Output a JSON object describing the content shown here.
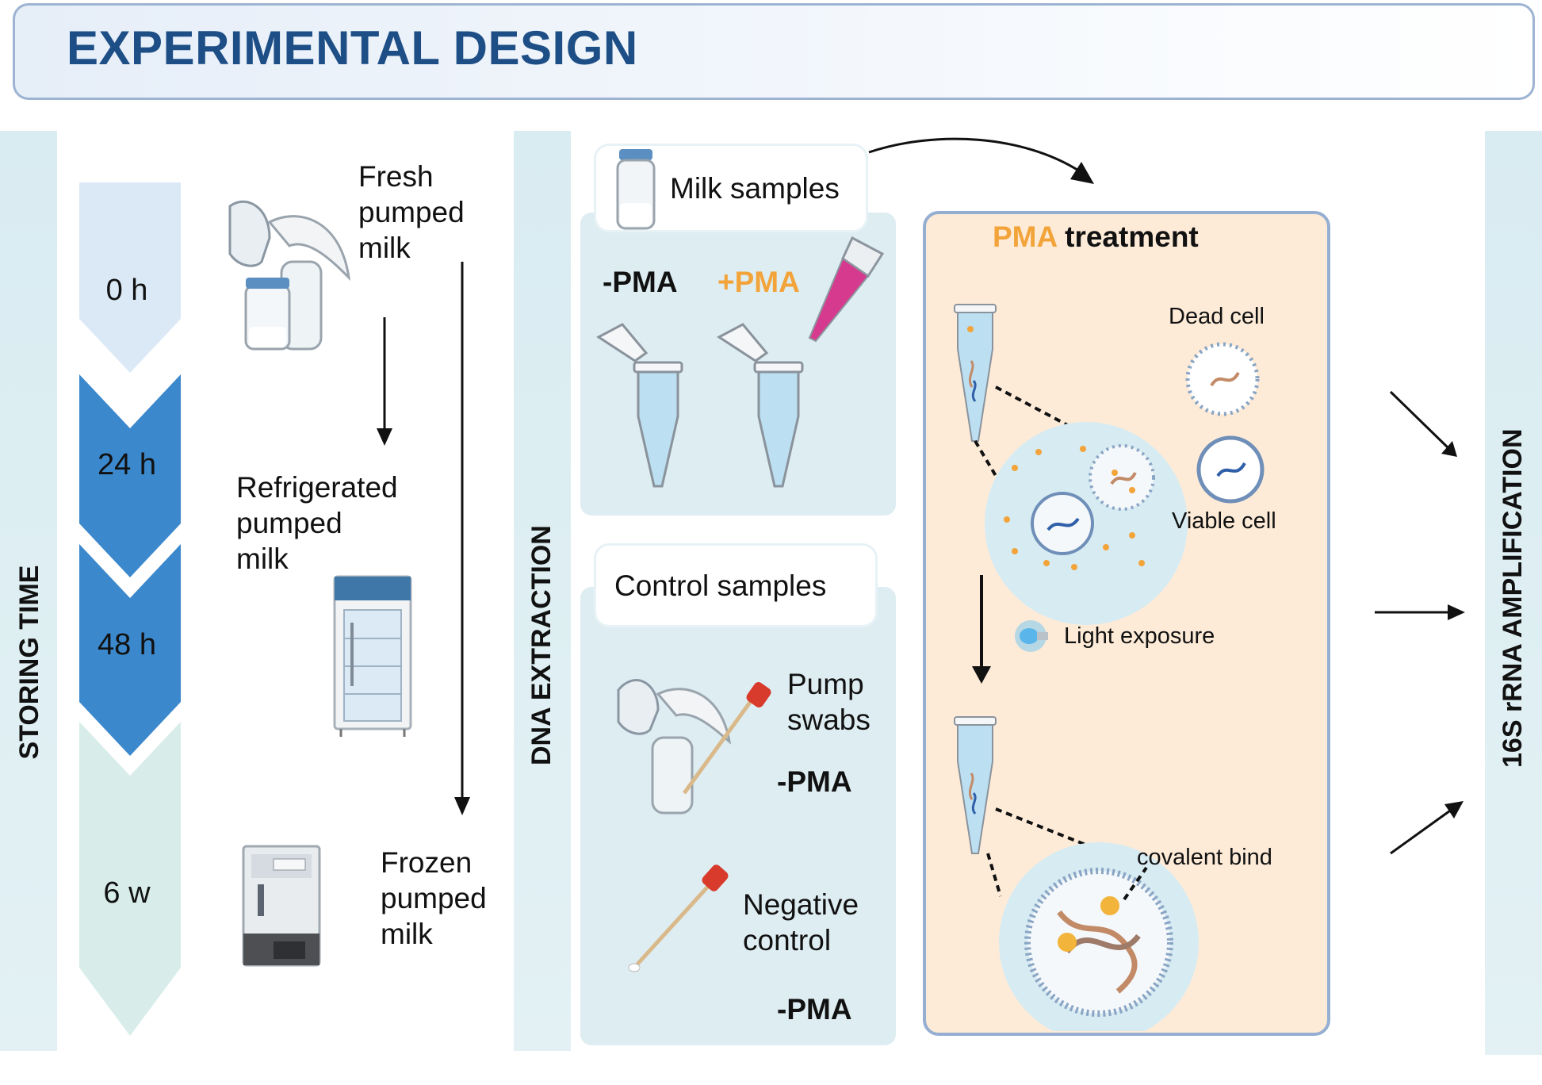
{
  "header": {
    "title": "EXPERIMENTAL DESIGN"
  },
  "sidebars": {
    "storing_time": "STORING TIME",
    "dna_extraction": "DNA EXTRACTION",
    "amplification": "16S rRNA AMPLIFICATION"
  },
  "timeline": {
    "steps": [
      {
        "label": "0 h",
        "color": "#dbe9f7"
      },
      {
        "label": "24 h",
        "color": "#3b88cc"
      },
      {
        "label": "48 h",
        "color": "#3b88cc"
      },
      {
        "label": "6 w",
        "color": "#d8ede9"
      }
    ]
  },
  "storage": {
    "fresh": [
      "Fresh",
      "pumped",
      "milk"
    ],
    "refrigerated": [
      "Refrigerated",
      "pumped",
      "milk"
    ],
    "frozen": [
      "Frozen",
      "pumped",
      "milk"
    ]
  },
  "milk_samples": {
    "title": "Milk samples",
    "minus_pma": "-PMA",
    "plus_pma": "+PMA"
  },
  "control_samples": {
    "title": "Control samples",
    "pump_swabs": [
      "Pump",
      "swabs"
    ],
    "pump_swabs_pma": "-PMA",
    "negative_control": [
      "Negative",
      "control"
    ],
    "negative_control_pma": "-PMA"
  },
  "pma_treatment": {
    "title_accent": "PMA",
    "title_rest": " treatment",
    "dead_cell": "Dead cell",
    "viable_cell": "Viable cell",
    "light_exposure": "Light exposure",
    "covalent_bind": "covalent bind"
  },
  "colors": {
    "accent_orange": "#f2a43a",
    "title_blue": "#1d4e86",
    "panel_bg": "#deedf2",
    "pma_bg": "#fdebd8",
    "timeline_dark": "#3b88cc"
  }
}
